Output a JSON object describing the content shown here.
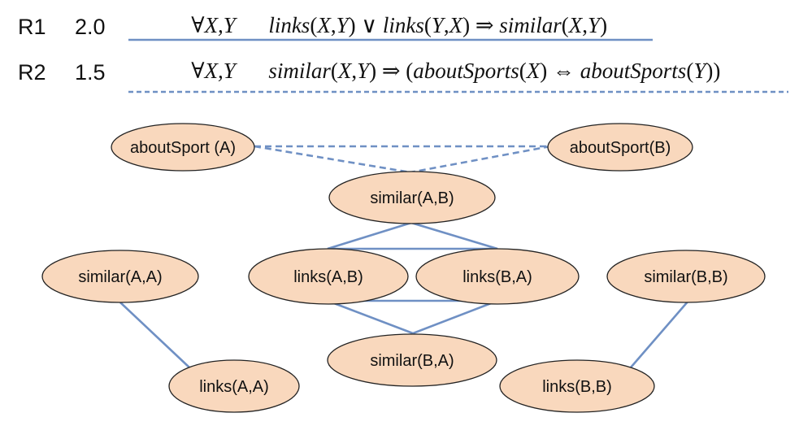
{
  "rules": [
    {
      "id": "R1",
      "weight": "2.0",
      "quant": "∀",
      "vars": "X,Y ",
      "body": [
        {
          "t": "links",
          "s": false
        },
        {
          "t": "(",
          "s": true
        },
        {
          "t": "X",
          "s": false
        },
        {
          "t": ",",
          "s": true
        },
        {
          "t": "Y",
          "s": false
        },
        {
          "t": ")",
          "s": true
        },
        {
          "t": " ∨ ",
          "s": true
        },
        {
          "t": "links",
          "s": false
        },
        {
          "t": "(",
          "s": true
        },
        {
          "t": "Y",
          "s": false
        },
        {
          "t": ",",
          "s": true
        },
        {
          "t": "X",
          "s": false
        },
        {
          "t": ")",
          "s": true
        },
        {
          "t": " ⇒ ",
          "s": true
        },
        {
          "t": "similar",
          "s": false
        },
        {
          "t": "(",
          "s": true
        },
        {
          "t": "X",
          "s": false
        },
        {
          "t": ",",
          "s": true
        },
        {
          "t": "Y",
          "s": false
        },
        {
          "t": ")",
          "s": true
        }
      ]
    },
    {
      "id": "R2",
      "weight": "1.5",
      "quant": "∀",
      "vars": "X,Y ",
      "body": [
        {
          "t": "similar",
          "s": false
        },
        {
          "t": "(",
          "s": true
        },
        {
          "t": "X",
          "s": false
        },
        {
          "t": ",",
          "s": true
        },
        {
          "t": "Y",
          "s": false
        },
        {
          "t": ")",
          "s": true
        },
        {
          "t": " ⇒ ",
          "s": true
        },
        {
          "t": "(",
          "s": true
        },
        {
          "t": "aboutSports",
          "s": false
        },
        {
          "t": "(",
          "s": true
        },
        {
          "t": "X",
          "s": false
        },
        {
          "t": ")",
          "s": true
        },
        {
          "t": " ⇔ ",
          "s": true
        },
        {
          "t": "aboutSports",
          "s": false
        },
        {
          "t": "(",
          "s": true
        },
        {
          "t": "Y",
          "s": false
        },
        {
          "t": ")",
          "s": true
        },
        {
          "t": ")",
          "s": true
        }
      ]
    }
  ],
  "nodes": [
    {
      "id": "aboutSportA",
      "label": "aboutSport (A)"
    },
    {
      "id": "aboutSportB",
      "label": "aboutSport(B)"
    },
    {
      "id": "similarAB",
      "label": "similar(A,B)"
    },
    {
      "id": "similarAA",
      "label": "similar(A,A)"
    },
    {
      "id": "linksAB",
      "label": "links(A,B)"
    },
    {
      "id": "linksBA",
      "label": "links(B,A)"
    },
    {
      "id": "similarBB",
      "label": "similar(B,B)"
    },
    {
      "id": "similarBA",
      "label": "similar(B,A)"
    },
    {
      "id": "linksAA",
      "label": "links(A,A)"
    },
    {
      "id": "linksBB",
      "label": "links(B,B)"
    }
  ],
  "colors": {
    "node_fill": "#f9d8bd",
    "edge": "#6f90c4"
  }
}
